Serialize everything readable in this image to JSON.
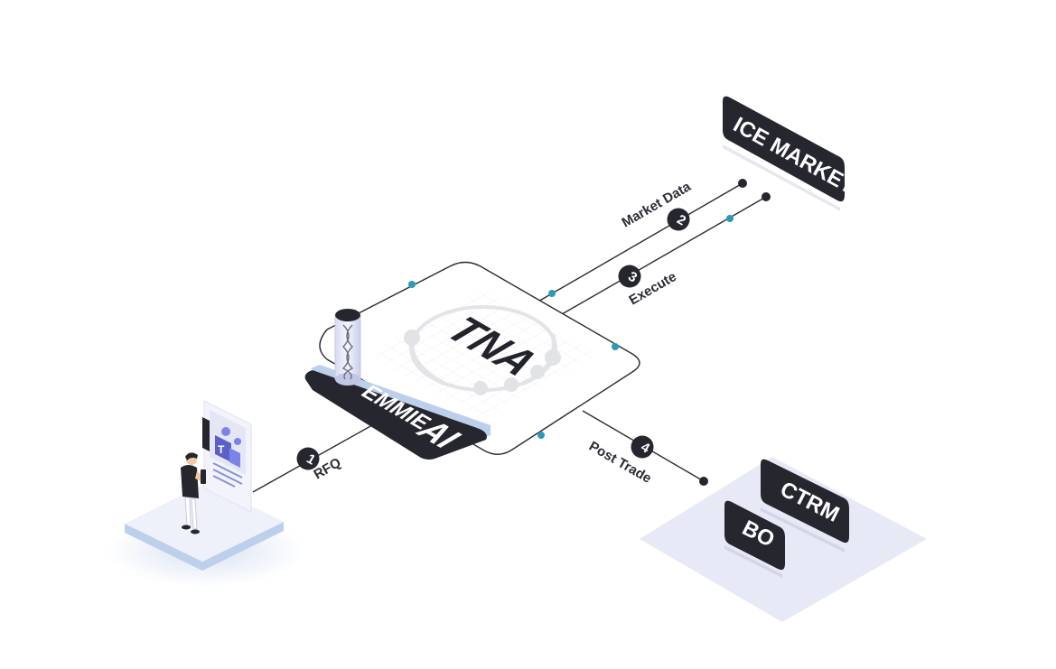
{
  "hub": {
    "title": "TNA"
  },
  "module": {
    "name": "EMMIE",
    "ai": "AI"
  },
  "market": {
    "label": "ICE MARKET"
  },
  "backoffice": {
    "ctrm": "CTRM",
    "bo": "BO"
  },
  "steps": [
    {
      "number": "1",
      "label": "RFQ"
    },
    {
      "number": "2",
      "label": "Market Data"
    },
    {
      "number": "3",
      "label": "Execute"
    },
    {
      "number": "4",
      "label": "Post Trade"
    }
  ],
  "colors": {
    "dark": "#25262e",
    "accent": "#2a9bb6",
    "lavender": "#e7e9f6",
    "blue_light": "#bcd0ec",
    "teams_purple": "#5b5fc7"
  },
  "icons": [
    "person-icon",
    "teams-logo-icon",
    "dna-cylinder-icon",
    "tna-ring-icon"
  ]
}
